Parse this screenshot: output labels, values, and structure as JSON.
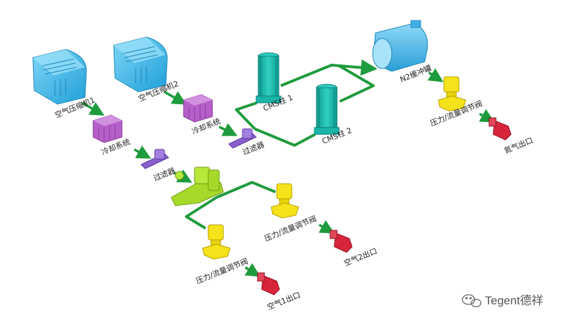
{
  "labels": {
    "compressor1": "空气压缩机1",
    "compressor2": "空气压缩机2",
    "cooling1": "冷却系统",
    "cooling2": "冷却系统",
    "filter1": "过滤器",
    "filter2": "过滤器",
    "cms1": "CMS柱 1",
    "cms2": "CMS柱 2",
    "n2_buffer": "N2缓冲罐",
    "valve_n2": "压力/流量调节阀",
    "n2_outlet": "氮气出口",
    "valve_air2": "压力/流量调节阀",
    "air2_outlet": "空气2出口",
    "valve_air1": "压力/流量调节阀",
    "air1_outlet": "空气1出口"
  },
  "watermark": "Tegent德祥",
  "colors": {
    "arrow": "#1e9b3c",
    "pipe": "#1e9b3c",
    "compressor": "#3fb8ea",
    "cooling": "#b65ec9",
    "filter": "#8a5fcc",
    "cms": "#18b5a8",
    "buffer": "#3fb0e6",
    "valve": "#f4e21a",
    "outlet": "#d8253a",
    "manifold": "#a6d92a"
  }
}
